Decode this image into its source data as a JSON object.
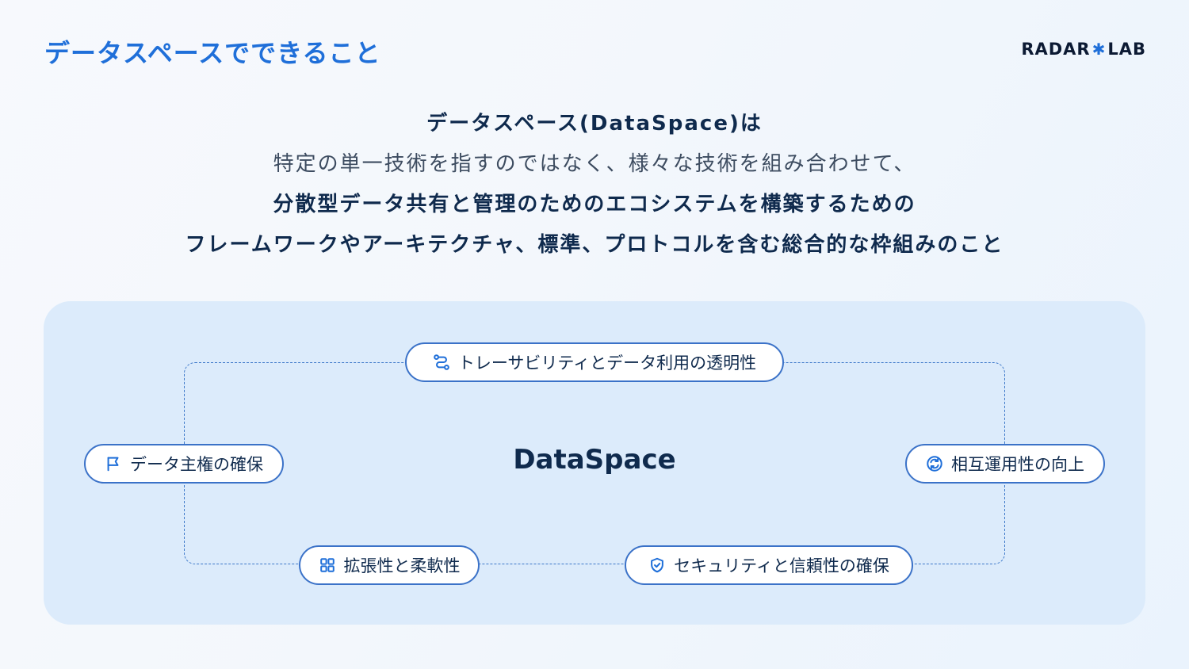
{
  "header": {
    "title": "データスペースでできること",
    "logo": {
      "left": "RADAR",
      "star": "✱",
      "right": "LAB"
    }
  },
  "intro": {
    "line1": "データスペース(DataSpace)は",
    "line2": "特定の単一技術を指すのではなく、様々な技術を組み合わせて、",
    "line3": "分散型データ共有と管理のためのエコシステムを構築するための",
    "line4": "フレームワークやアーキテクチャ、標準、プロトコルを含む総合的な枠組みのこと"
  },
  "diagram": {
    "center": "DataSpace",
    "nodes": {
      "top": {
        "label": "トレーサビリティとデータ利用の透明性",
        "icon": "route-icon"
      },
      "left": {
        "label": "データ主権の確保",
        "icon": "flag-icon"
      },
      "right": {
        "label": "相互運用性の向上",
        "icon": "sync-icon"
      },
      "bottom_left": {
        "label": "拡張性と柔軟性",
        "icon": "grid-icon"
      },
      "bottom_right": {
        "label": "セキュリティと信頼性の確保",
        "icon": "shield-check-icon"
      }
    }
  },
  "colors": {
    "accent": "#1f6fd9",
    "panel": "#dcebfb",
    "pill_border": "#3b72c8",
    "text": "#0f2a4d"
  }
}
